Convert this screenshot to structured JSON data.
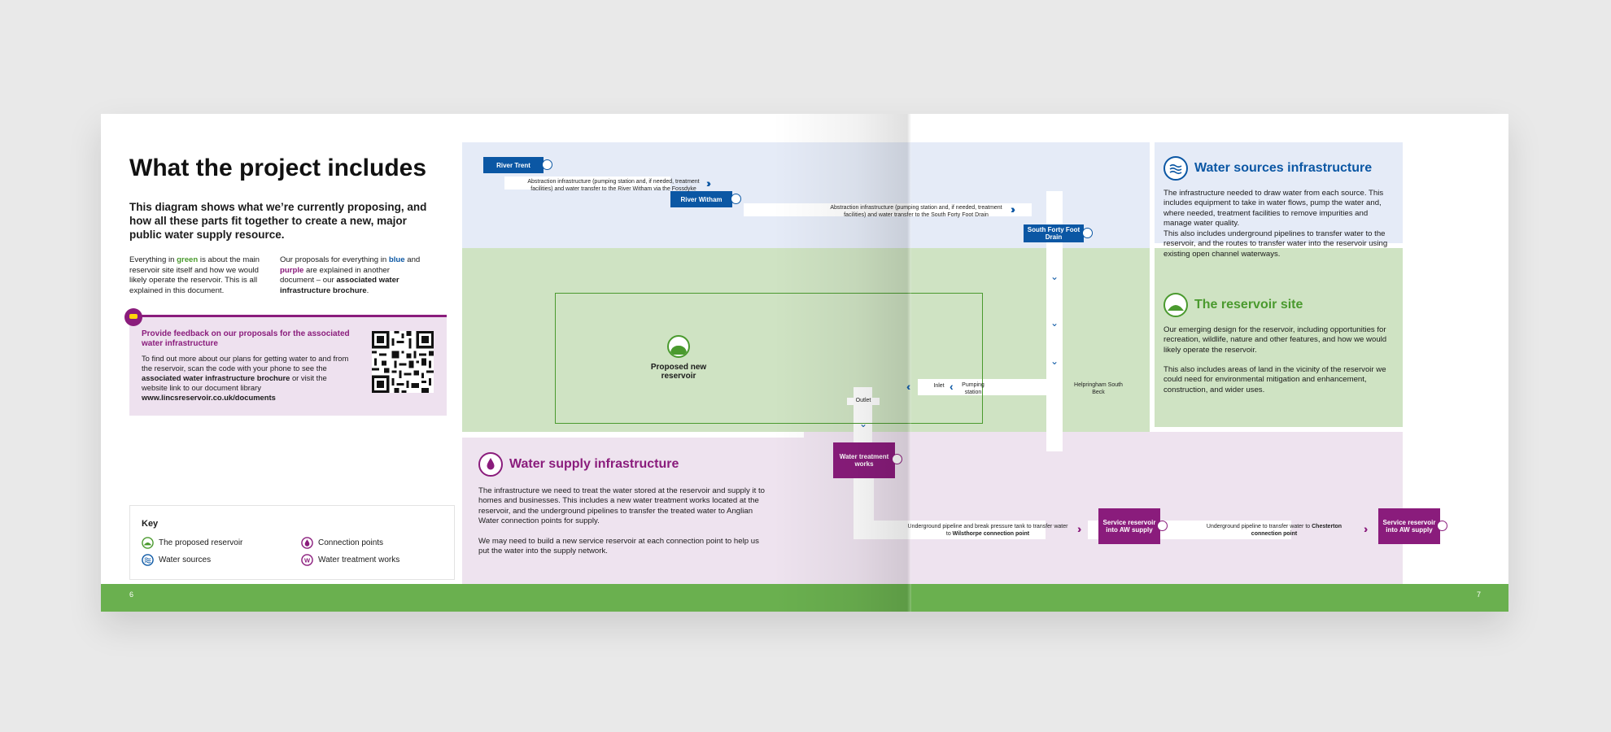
{
  "left_page": {
    "title": "What the project includes",
    "intro": "This diagram shows what we’re currently proposing, and how all these parts fit together to create a new, major public water supply resource.",
    "note_left": {
      "pre": "Everything in ",
      "green": "green",
      "post": " is about the main reservoir site itself and how we would likely operate the reservoir. This is all explained in this document."
    },
    "note_right": {
      "pre": "Our proposals for everything in ",
      "blue": "blue",
      "and": " and ",
      "purple": "purple",
      "mid": " are explained in another document – our ",
      "bold": "associated water infrastructure brochure",
      "end": "."
    },
    "feedback": {
      "title": "Provide feedback on our proposals for the associated water infrastructure",
      "body_pre": "To find out more about our plans for getting water to and from the reservoir, scan the code with your phone to see the ",
      "body_bold": "associated water infrastructure brochure",
      "body_mid": " or visit the website link to our document library",
      "link": "www.lincsreservoir.co.uk/documents"
    },
    "key": {
      "title": "Key",
      "items": [
        {
          "label": "The proposed reservoir",
          "icon": "reservoir-icon"
        },
        {
          "label": "Water sources",
          "icon": "water-waves-icon"
        },
        {
          "label": "Connection points",
          "icon": "water-drop-icon"
        },
        {
          "label": "Water treatment works",
          "icon": "w-icon"
        }
      ]
    },
    "page_number": "6"
  },
  "diagram": {
    "nodes": {
      "river_trent": "River Trent",
      "river_witham": "River Witham",
      "south_forty": "South Forty Foot Drain",
      "treatment_works": "Water treatment works",
      "service_1": "Service reservoir into AW supply",
      "service_2": "Service reservoir into AW supply"
    },
    "labels": {
      "abstraction_1": "Abstraction infrastructure (pumping station and, if needed, treatment facilities) and water transfer to the River Witham via the Fossdyke",
      "abstraction_2": "Abstraction infrastructure (pumping station and, if needed, treatment facilities) and water transfer to the South Forty Foot Drain",
      "proposed_reservoir": "Proposed new reservoir",
      "inlet": "Inlet",
      "pumping_station": "Pumping station",
      "helpringham": "Helpringham South Beck",
      "outlet": "Outlet",
      "pipeline_1_pre": "Underground pipeline and break pressure tank to transfer water to ",
      "pipeline_1_bold": "Wilsthorpe connection point",
      "pipeline_2_pre": "Underground pipeline to transfer water to ",
      "pipeline_2_bold": "Chesterton connection point"
    },
    "water_sources": {
      "title": "Water sources infrastructure",
      "p1": "The infrastructure needed to draw water from each source. This includes equipment to take in water flows, pump the water and, where needed, treatment facilities to remove impurities and manage water quality.",
      "p2": "This also includes underground pipelines to transfer water to the reservoir, and the routes to transfer water into the reservoir using existing open channel waterways."
    },
    "reservoir_site": {
      "title": "The reservoir site",
      "p1": "Our emerging design for the reservoir, including opportunities for recreation, wildlife, nature and other features, and how we would likely operate the reservoir.",
      "p2": "This also includes areas of land in the vicinity of the reservoir we could need for environmental mitigation and enhancement, construction, and wider uses."
    },
    "water_supply": {
      "title": "Water supply infrastructure",
      "p1": "The infrastructure we need to treat the water stored at the reservoir and supply it to homes and businesses. This includes a new water treatment works located at the reservoir, and the underground pipelines to transfer the treated water to Anglian Water connection points for supply.",
      "p2": "We may need to build a new service reservoir at each connection point to help us put the water into the supply network."
    },
    "page_number": "7"
  },
  "colors": {
    "blue": "#0b57a4",
    "green": "#4a9a2e",
    "purple": "#8a1c7c",
    "footer_green": "#6ab04f"
  }
}
